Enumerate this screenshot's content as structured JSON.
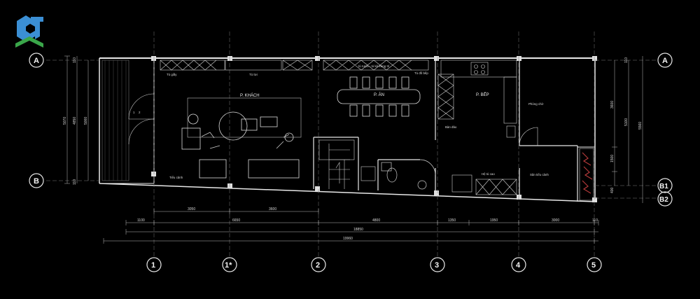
{
  "colors": {
    "background": "#000000",
    "lines": "#e8e8e8",
    "logo_blue": "#3b8fd4",
    "logo_green": "#3aa64a",
    "planter": "#b33a3a"
  },
  "logo": {
    "icon": "company-logo-icon"
  },
  "rooms": {
    "living": "P. KHÁCH",
    "dining": "P. ĂN",
    "kitchen": "P. BẾP",
    "bedroom": "Phòng chờ",
    "garden": "Sân tiểu cảnh",
    "light_well": "Tiểu cảnh"
  },
  "furniture": {
    "shoe_cabinet": "Tủ giầy",
    "tv_cabinet": "Tủ tivi",
    "wine_cabinet": "tủ rượu - tủ kệ trang trí",
    "kitchen_cabinet": "Tủ đồ bếp",
    "island": "Bàn đảo",
    "tall_cabinet": "Hệ tủ cao"
  },
  "stair_labels": [
    "1",
    "2"
  ],
  "grid_columns": [
    "1",
    "1*",
    "2",
    "3",
    "4",
    "5"
  ],
  "grid_rows_left": [
    "A",
    "B"
  ],
  "grid_rows_right": [
    "A",
    "B1",
    "B2"
  ],
  "dimensions": {
    "bottom_row1": [
      "3050",
      "3600"
    ],
    "bottom_row2": [
      "1100",
      "6650",
      "4800",
      "1350",
      "1950",
      "3000",
      "110"
    ],
    "bottom_row3": "18850",
    "bottom_row4": "19960",
    "left_outer": [
      "5070"
    ],
    "left_mid": [
      "110",
      "4850",
      "110"
    ],
    "left_inner": [
      "5000"
    ],
    "right_inner": [
      "3600",
      "1500",
      "400"
    ],
    "right_mid": [
      "5100"
    ],
    "right_outer": [
      "5560"
    ],
    "right_small": [
      "110"
    ]
  }
}
